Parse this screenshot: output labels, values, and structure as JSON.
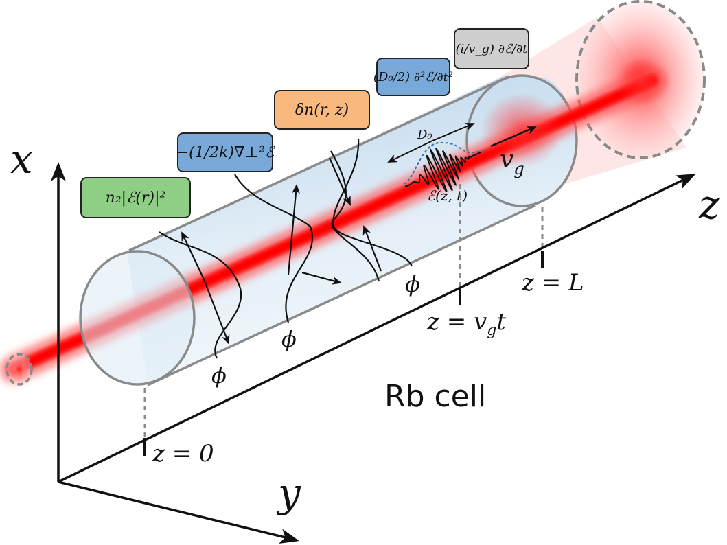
{
  "colors": {
    "nonlinear_box": "#8fcf85",
    "diffraction_box": "#78a9d8",
    "index_box": "#f9b87e",
    "dispersion_box": "#78a9d8",
    "group_box": "#cfcfcf",
    "beam": "#ff0000",
    "cell_fill": "#dcebf5",
    "cell_edge": "#8a8a8a"
  },
  "axes": {
    "x_label": "x",
    "y_label": "y",
    "z_label": "z"
  },
  "terms": {
    "nonlinear": "n₂|ℰ(r)|²",
    "diffraction": "−(1/2k)∇⊥²ℰ",
    "index": "δn(r, z)",
    "dispersion": "(D₀/2) ∂²ℰ/∂t²",
    "group": "(i/v_g) ∂ℰ/∂t"
  },
  "labels": {
    "phase": "ϕ",
    "z0": "z = 0",
    "zvg": "z = v",
    "zvg_sub": "g",
    "zvg_t": "t",
    "zL": "z = L",
    "vg": "v",
    "vg_sub": "g",
    "D0": "D₀",
    "pulse": "ℰ(z, t)",
    "cell": "Rb cell"
  }
}
